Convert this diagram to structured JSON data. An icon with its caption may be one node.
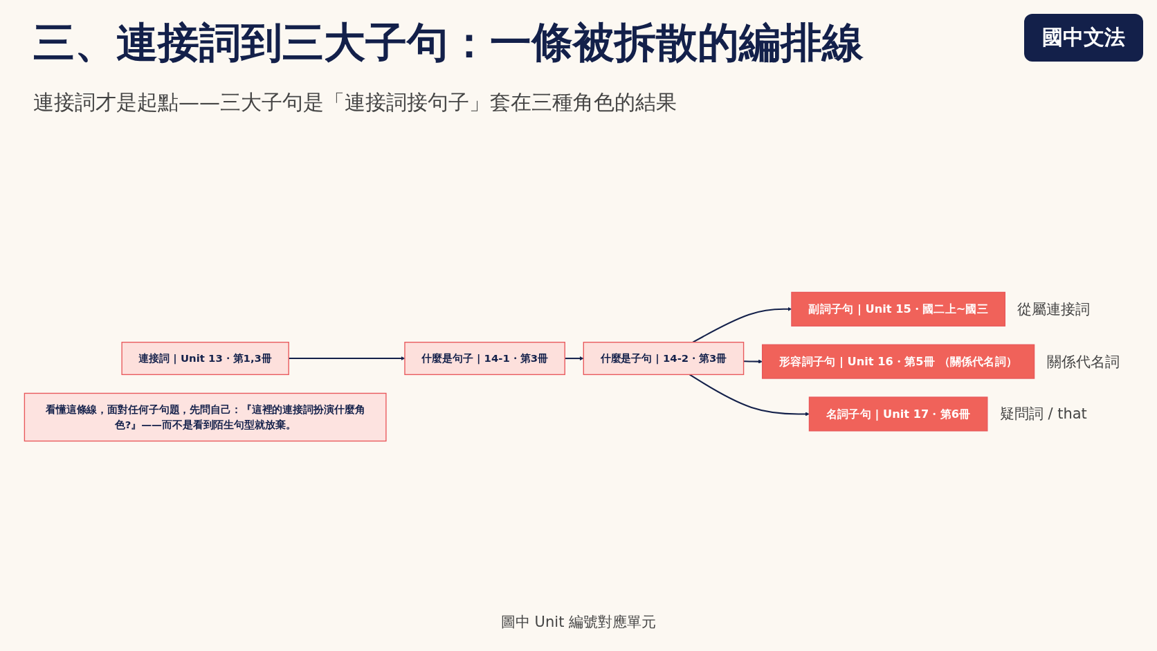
{
  "diagram": {
    "title": "三、連接詞到三大子句：一條被拆散的編排線",
    "nodes": [
      {
        "text": [
          "連接詞 | Unit 13・第1,3冊"
        ]
      },
      {
        "text": [
          "什麼是句子 | 14-1・第3冊"
        ]
      },
      {
        "text": [
          "什麼是子句 | 14-2・第3冊"
        ]
      },
      {
        "text": [
          "副詞子句 | Unit 15・國二上~國三"
        ],
        "beside": [
          "從屬連接詞"
        ]
      },
      {
        "text": [
          "形容詞子句 | Unit 16・第5冊 （關係代名詞）"
        ],
        "beside": [
          "關係代名詞"
        ]
      },
      {
        "text": [
          "名詞子句 | Unit 17・第6冊"
        ],
        "beside": [
          "疑問詞 / that"
        ]
      },
      {
        "text": [
          "看懂這條線，面對任何子句題，先問自己：『這裡的連接詞扮演什麼角色?』——而不是看到陌生句型就放棄。"
        ]
      }
    ],
    "edges": [
      {
        "from": 0,
        "to": 1,
        "arrow": "to"
      },
      {
        "from": 1,
        "to": 2,
        "arrow": "to"
      },
      {
        "from": 2,
        "to": 3,
        "arrow": "to"
      },
      {
        "from": 2,
        "to": 4,
        "arrow": "to"
      },
      {
        "from": 2,
        "to": 5,
        "arrow": "to"
      }
    ],
    "labels": [
      "國中文法",
      "連接詞才是起點——三大子句是「連接詞接句子」套在三種角色的結果"
    ],
    "caption": "圖中 Unit 編號對應單元"
  }
}
